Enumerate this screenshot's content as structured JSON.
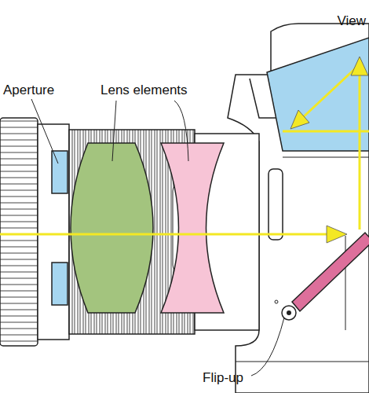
{
  "diagram": {
    "labels": [
      "Aperture",
      "Lens elements",
      "View",
      "Flip-up"
    ]
  }
}
